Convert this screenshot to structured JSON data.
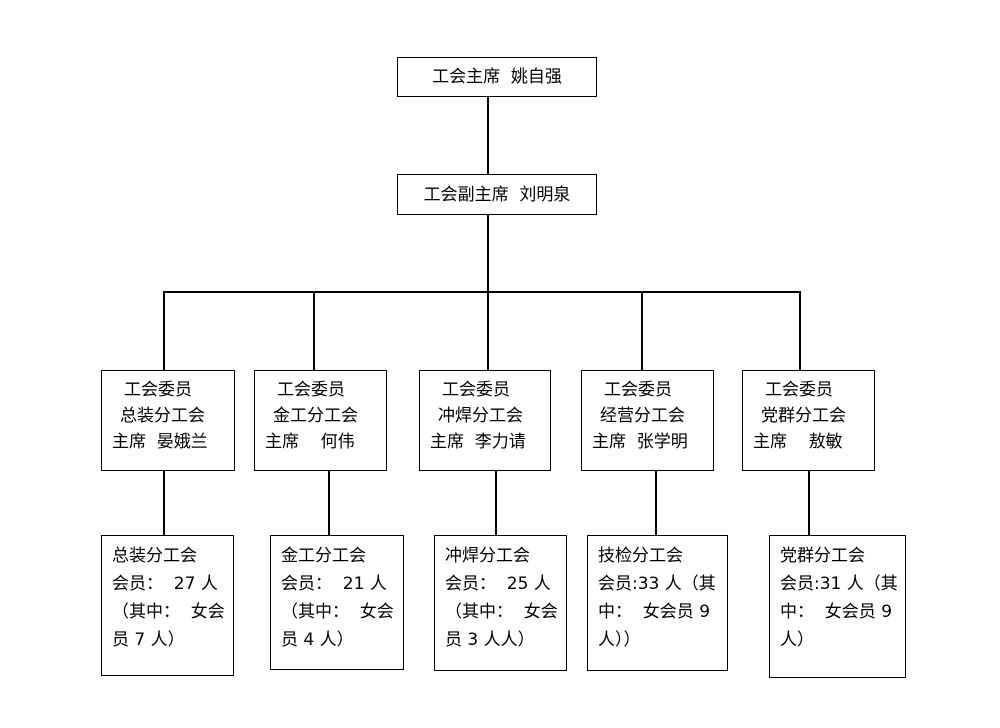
{
  "chart": {
    "top": {
      "text": "工会主席  姚自强"
    },
    "second": {
      "text": "工会副主席  刘明泉"
    },
    "committee": [
      {
        "line1": "工会委员",
        "line2": "总装分工会",
        "line3": "主席  晏娥兰"
      },
      {
        "line1": "工会委员",
        "line2": "金工分工会",
        "line3": "主席    何伟"
      },
      {
        "line1": "工会委员",
        "line2": "冲焊分工会",
        "line3": "主席  李力请"
      },
      {
        "line1": "工会委员",
        "line2": "经营分工会",
        "line3": "主席  张学明"
      },
      {
        "line1": "工会委员",
        "line2": "党群分工会",
        "line3": "主席    敖敏"
      }
    ],
    "branches": [
      {
        "lines": [
          "总装分工会",
          "会员：  27 人",
          "（其中：  女会",
          "员 7 人）"
        ]
      },
      {
        "lines": [
          "金工分工会",
          "会员：  21 人",
          "（其中：  女会",
          "员 4 人）"
        ]
      },
      {
        "lines": [
          "冲焊分工会",
          "会员：  25 人",
          "（其中：  女会",
          "员 3 人人）"
        ]
      },
      {
        "lines": [
          "技检分工会",
          "会员:33 人（其",
          "中：  女会员 9",
          "人））"
        ]
      },
      {
        "lines": [
          "党群分工会",
          "会员:31 人（其",
          "中：  女会员 9",
          "人）"
        ]
      }
    ]
  }
}
